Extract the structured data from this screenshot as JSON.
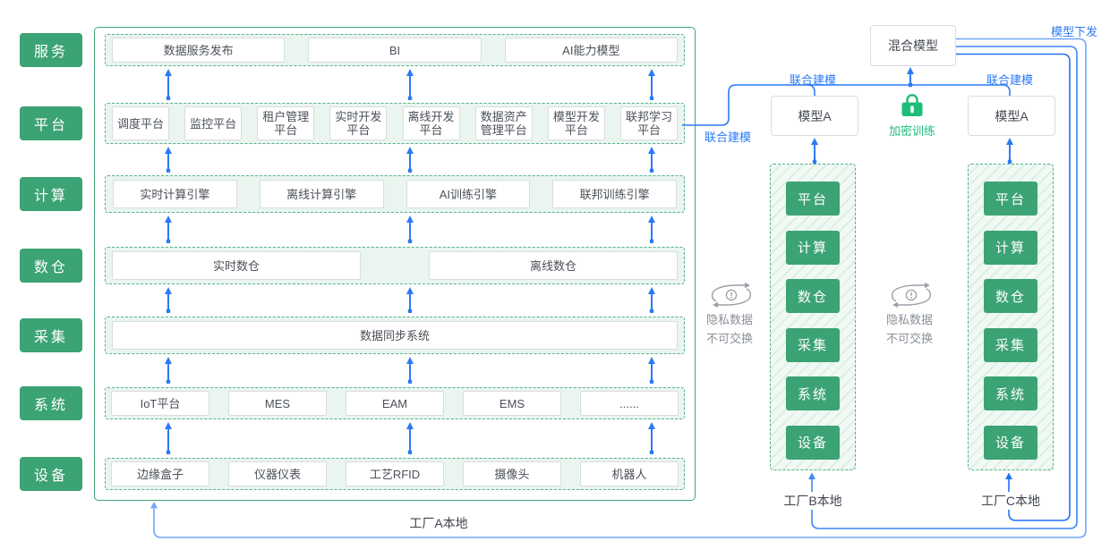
{
  "colors": {
    "brand_green": "#3CA374",
    "row_fill": "#EAF5EF",
    "dashed_green": "#56B488",
    "link_blue": "#2B7AF5",
    "lock_green": "#1DBD79",
    "muted_gray": "#8A9099"
  },
  "layers": [
    "服务",
    "平台",
    "计算",
    "数仓",
    "采集",
    "系统",
    "设备"
  ],
  "factory_a": {
    "label": "工厂A本地",
    "rows": [
      {
        "boxes": [
          "数据服务发布",
          "BI",
          "AI能力模型"
        ]
      },
      {
        "boxes": [
          "调度平台",
          "监控平台",
          "租户管理平台",
          "实时开发平台",
          "离线开发平台",
          "数据资产管理平台",
          "模型开发平台",
          "联邦学习平台"
        ]
      },
      {
        "boxes": [
          "实时计算引擎",
          "离线计算引擎",
          "AI训练引擎",
          "联邦训练引擎"
        ]
      },
      {
        "boxes": [
          "实时数仓",
          "离线数仓"
        ]
      },
      {
        "boxes": [
          "数据同步系统"
        ]
      },
      {
        "boxes": [
          "IoT平台",
          "MES",
          "EAM",
          "EMS",
          "......"
        ]
      },
      {
        "boxes": [
          "边缘盒子",
          "仪器仪表",
          "工艺RFID",
          "摄像头",
          "机器人"
        ]
      }
    ]
  },
  "federation": {
    "hybrid_model_label": "混合模型",
    "model_label": "模型A",
    "joint_modeling": "联合建模",
    "model_distribution": "模型下发",
    "encrypted_training": "加密训练",
    "privacy_line1": "隐私数据",
    "privacy_line2": "不可交换"
  },
  "factory_b": {
    "label": "工厂B本地",
    "layers": [
      "平台",
      "计算",
      "数仓",
      "采集",
      "系统",
      "设备"
    ]
  },
  "factory_c": {
    "label": "工厂C本地",
    "layers": [
      "平台",
      "计算",
      "数仓",
      "采集",
      "系统",
      "设备"
    ]
  }
}
